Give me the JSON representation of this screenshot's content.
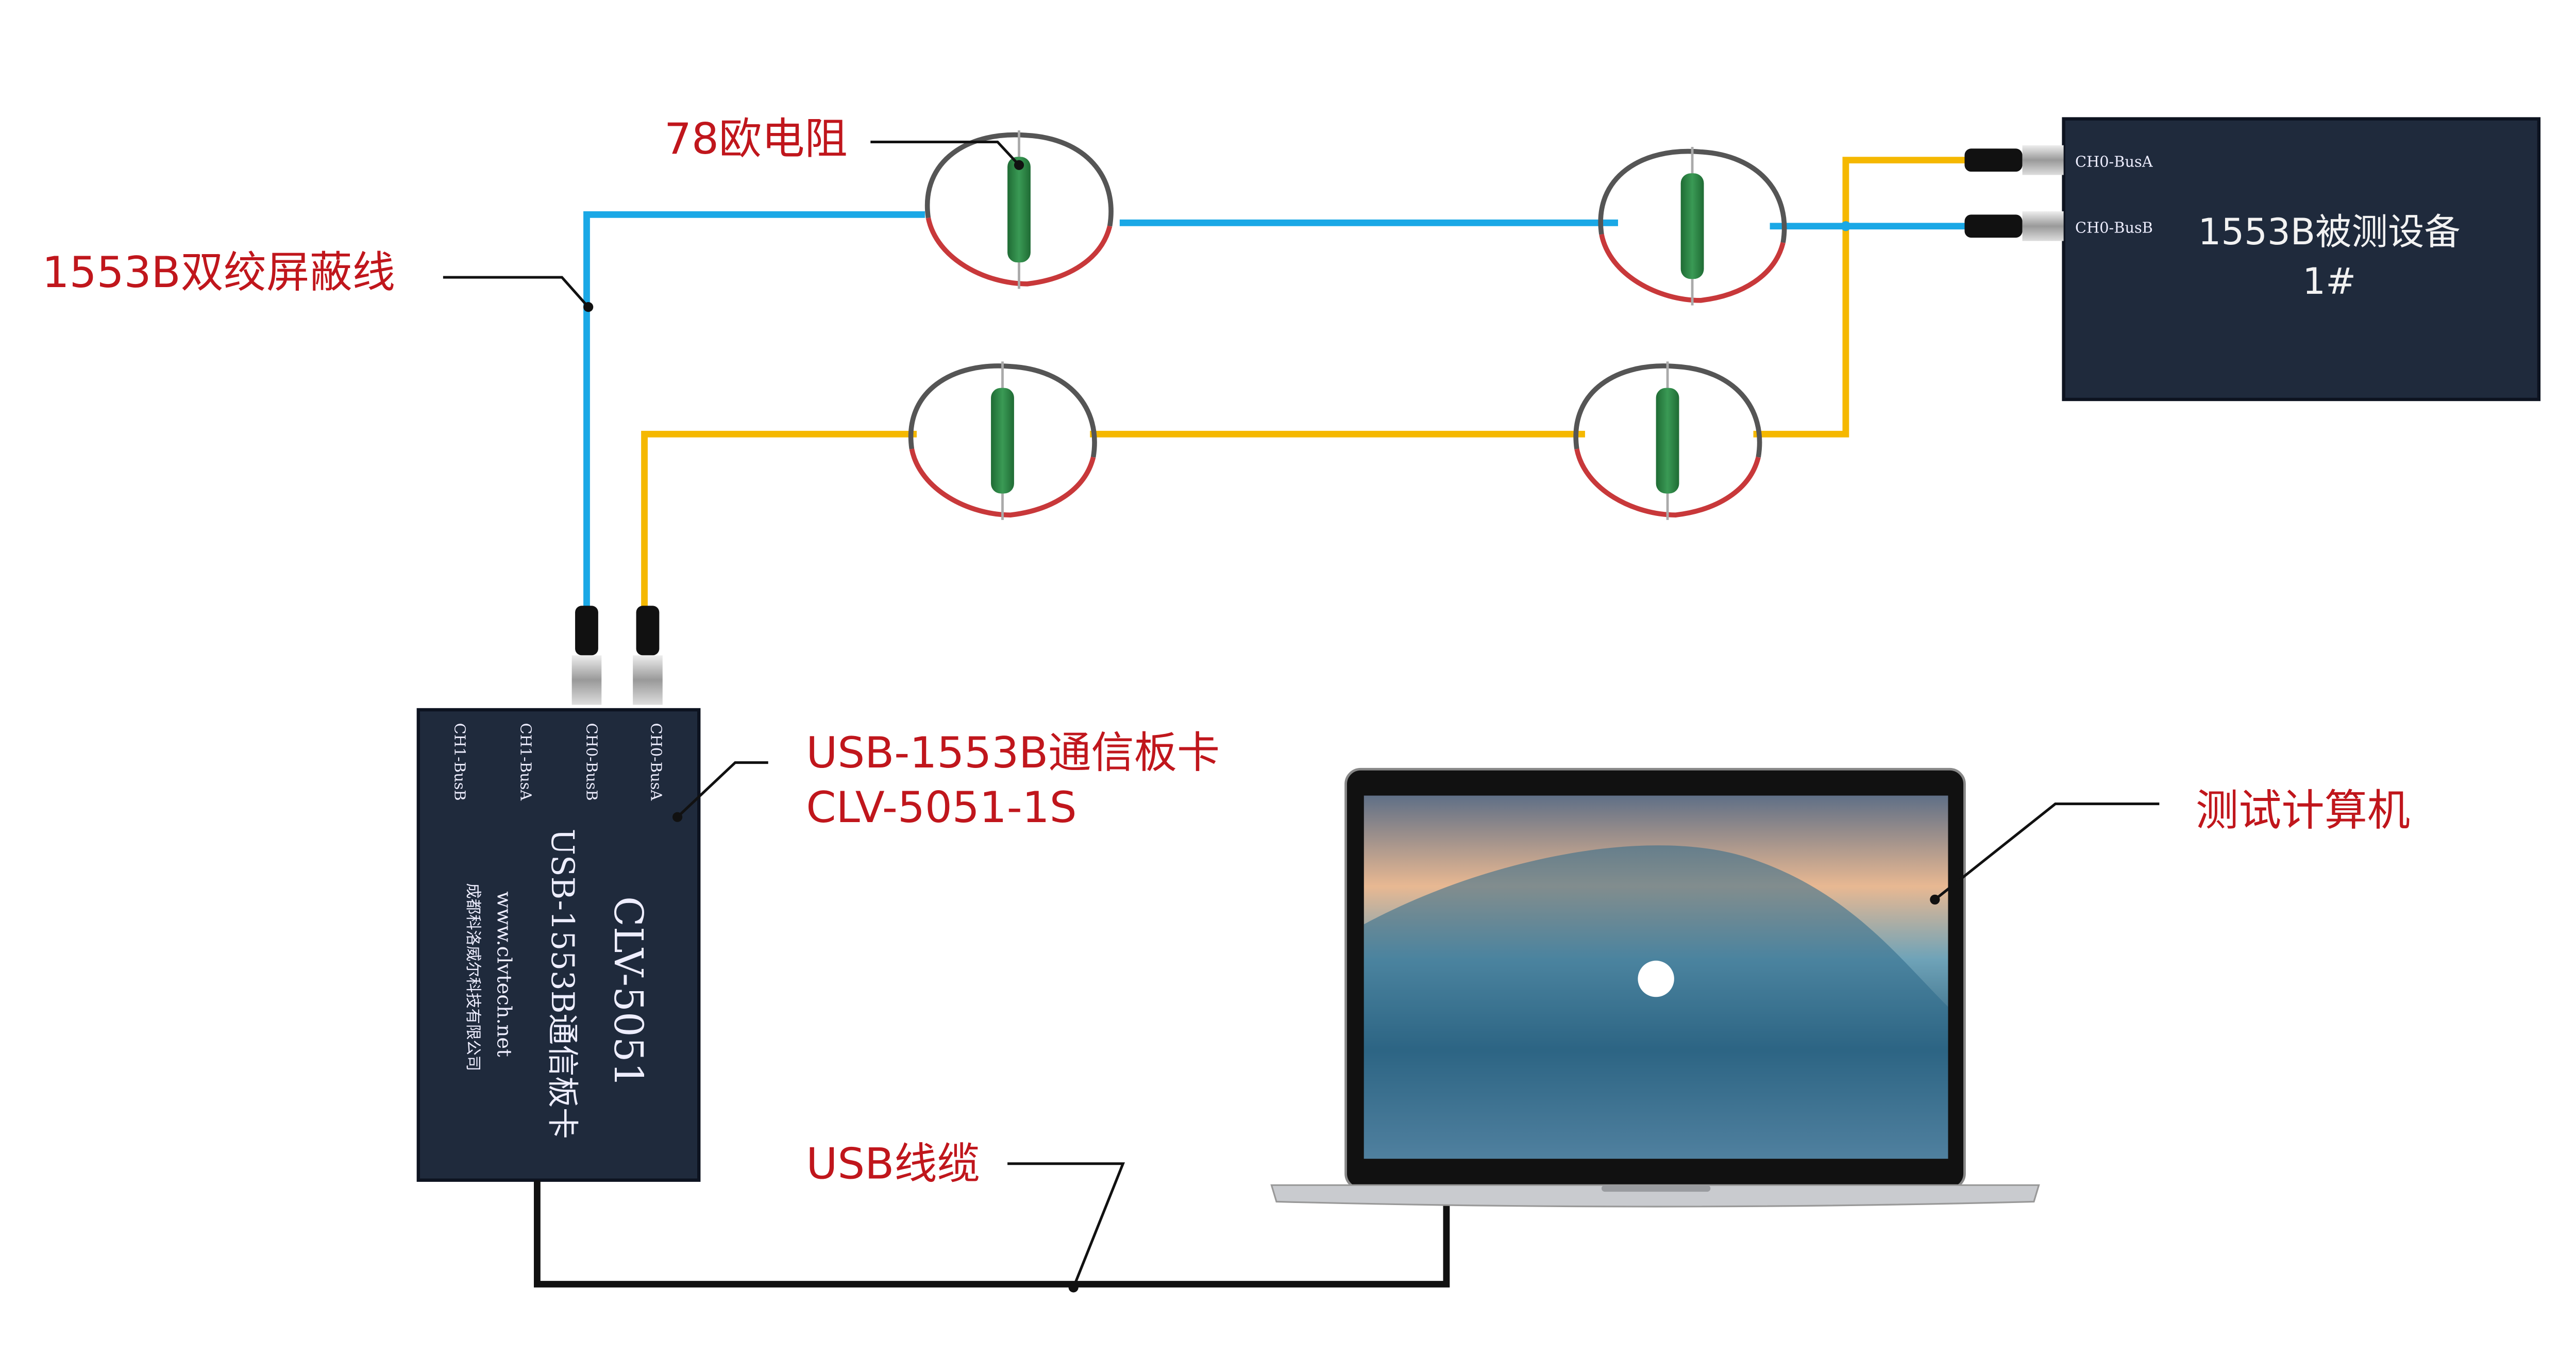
{
  "labels": {
    "twisted_pair": "1553B双绞屏蔽线",
    "resistor": "78欧电阻",
    "card_name": "USB-1553B通信板卡",
    "card_model": "CLV-5051-1S",
    "computer": "测试计算机",
    "usb_cable": "USB线缆"
  },
  "card": {
    "ports": [
      "CH0-BusA",
      "CH0-BusB",
      "CH1-BusA",
      "CH1-BusB"
    ],
    "model": "CLV-5051",
    "name": "USB-1553B通信板卡",
    "website": "www.clvtech.net",
    "company": "成都科洛威尔科技有限公司"
  },
  "dut": {
    "port_a": "CH0-BusA",
    "port_b": "CH0-BusB",
    "title": "1553B被测设备",
    "number": "1#"
  },
  "colors": {
    "bus_a": "#1aa8e6",
    "bus_b": "#f5b800",
    "label": "#c0161c",
    "device": "#1f2a3c",
    "resistor": "#2e8b45"
  }
}
